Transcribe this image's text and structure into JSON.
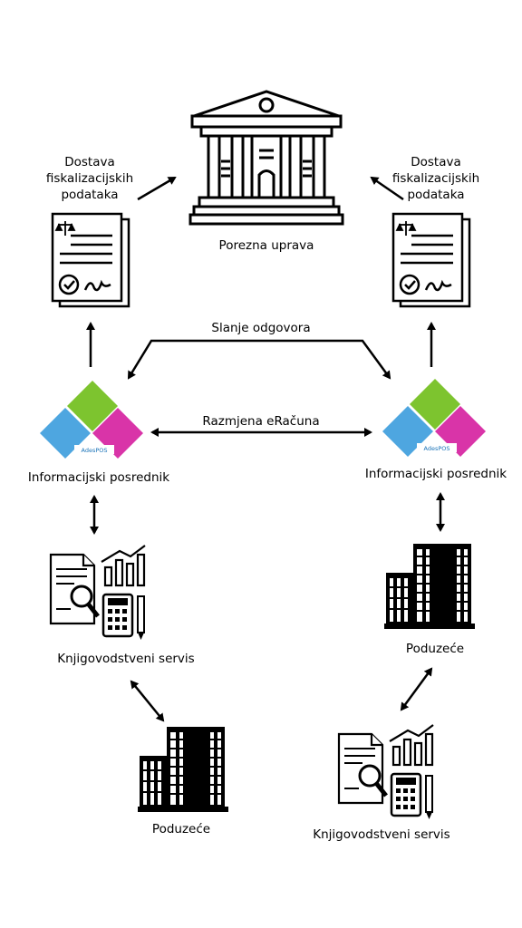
{
  "labels": {
    "tax_authority": "Porezna uprava",
    "delivery_left_1": "Dostava",
    "delivery_left_2": "fiskalizacijskih",
    "delivery_left_3": "podataka",
    "delivery_right_1": "Dostava",
    "delivery_right_2": "fiskalizacijskih",
    "delivery_right_3": "podataka",
    "response": "Slanje odgovora",
    "exchange": "Razmjena eRačuna",
    "intermediary_left": "Informacijski posrednik",
    "intermediary_right": "Informacijski posrednik",
    "accounting_left": "Knjigovodstveni servis",
    "accounting_right": "Knjigovodstveni servis",
    "company_left": "Poduzeće",
    "company_right": "Poduzeće"
  },
  "logo_text": "AdesPOS",
  "colors": {
    "green": "#7dc42f",
    "blue": "#4ea6e0",
    "magenta": "#d934a8",
    "line": "#000000"
  },
  "icons": [
    "bank-icon",
    "document-seal-icon",
    "intermediary-logo-icon",
    "accounting-icon",
    "buildings-icon"
  ]
}
